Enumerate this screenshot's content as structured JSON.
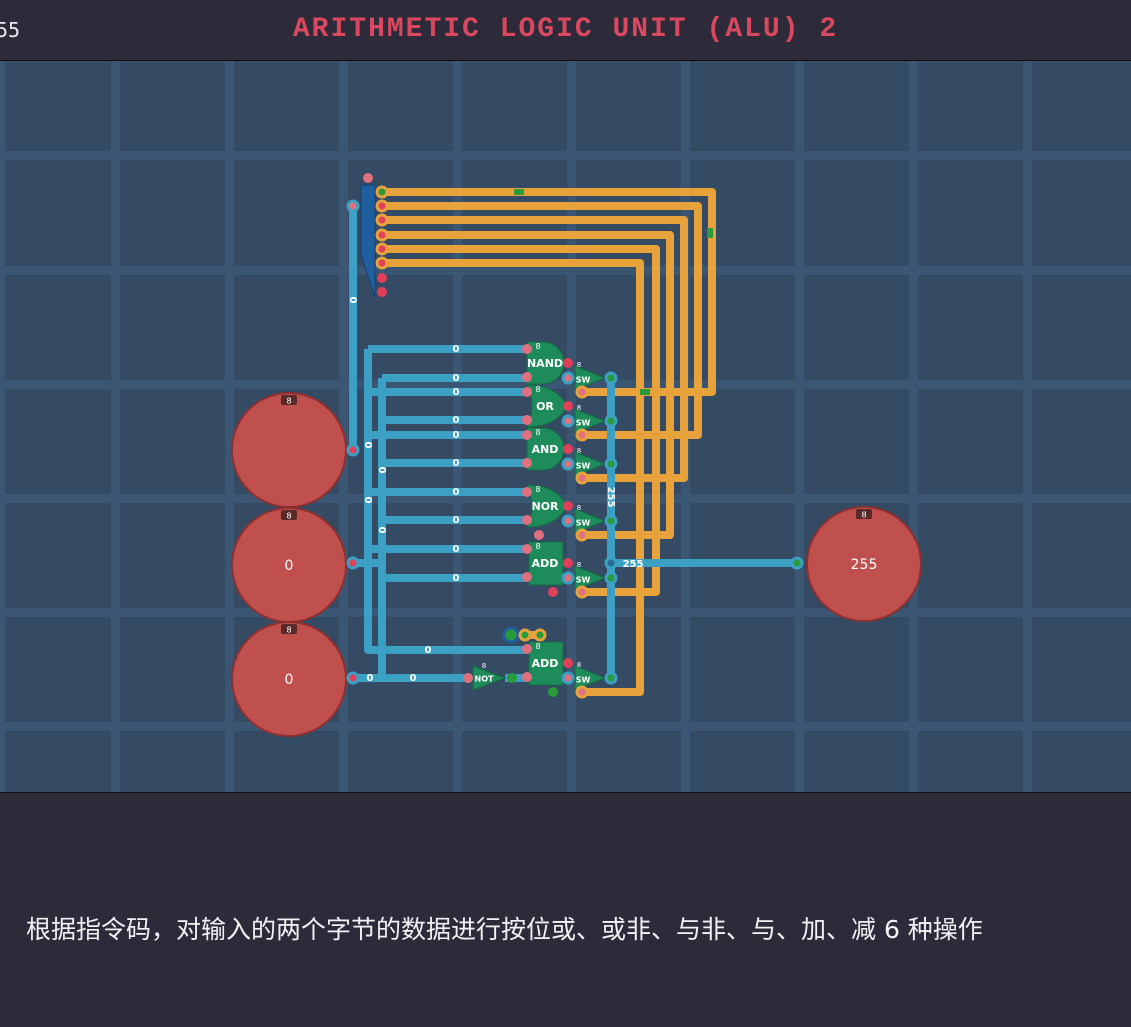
{
  "header": {
    "score": "55",
    "title": "ARITHMETIC LOGIC UNIT (ALU) 2"
  },
  "circuit": {
    "inputs": [
      {
        "bits": "8",
        "value": ""
      },
      {
        "bits": "8",
        "value": "0"
      },
      {
        "bits": "8",
        "value": "0"
      }
    ],
    "output": {
      "bits": "8",
      "value": "255"
    },
    "gates": [
      {
        "label": "NAND",
        "bits": "8"
      },
      {
        "label": "OR",
        "bits": "8"
      },
      {
        "label": "AND",
        "bits": "8"
      },
      {
        "label": "NOR",
        "bits": "8"
      },
      {
        "label": "ADD",
        "bits": "8"
      },
      {
        "label": "ADD",
        "bits": "8"
      }
    ],
    "not_gate": {
      "label": "NOT",
      "bits": "8"
    },
    "switch_label": "SW",
    "switch_bits": "8",
    "wire_value": "0",
    "bus_value": "255",
    "output_wire_value": "255"
  },
  "colors": {
    "canvas": "#344b63",
    "grid": "#3b5673",
    "wire_blue": "#3ba0c4",
    "wire_orange": "#e8a23c",
    "gate_green": "#1e8c5a",
    "io_red": "#c0504d",
    "title": "#d9485e"
  },
  "description": "根据指令码，对输入的两个字节的数据进行按位或、或非、与非、与、加、减 6 种操作"
}
